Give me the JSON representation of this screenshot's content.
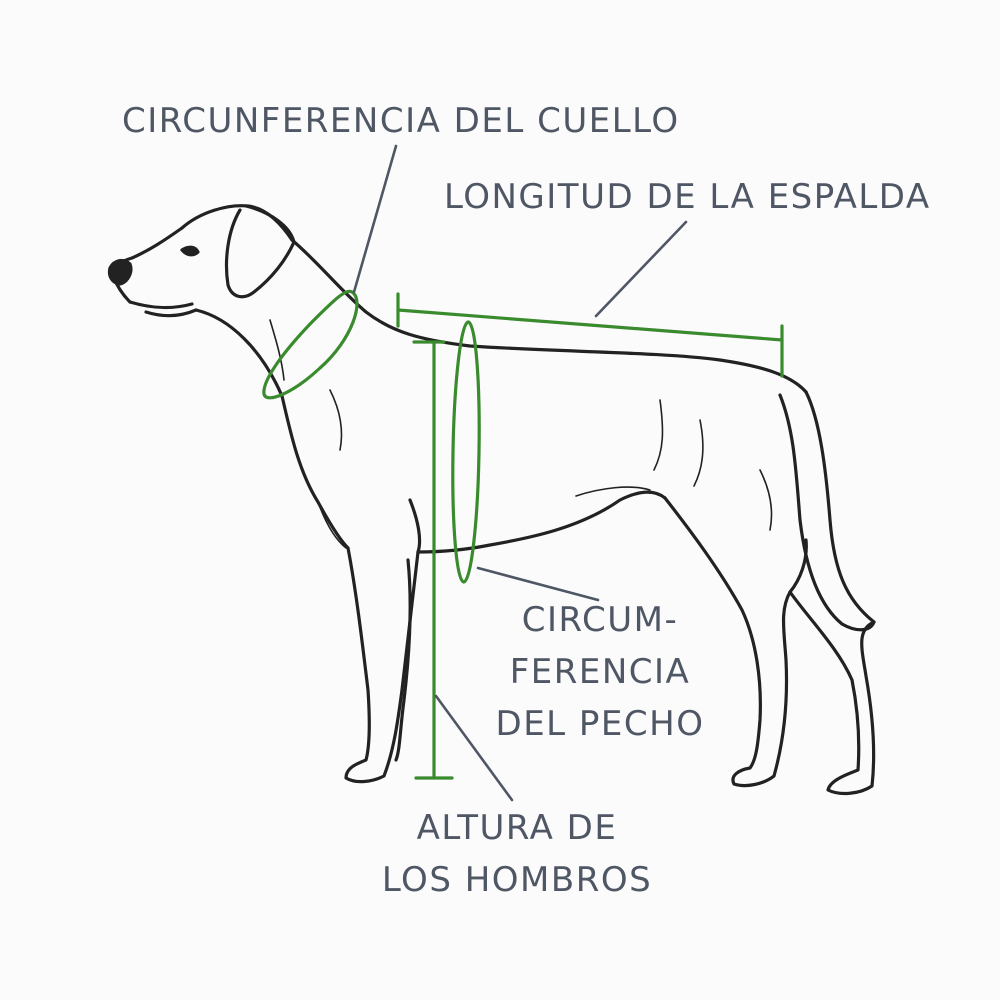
{
  "labels": {
    "neck": "CIRCUNFERENCIA DEL CUELLO",
    "back": "LONGITUD DE LA ESPALDA",
    "chest": [
      "CIRCUM-",
      "FERENCIA",
      "DEL PECHO"
    ],
    "shoulder": [
      "ALTURA DE",
      "LOS HOMBROS"
    ]
  },
  "colors": {
    "background": "#fbfbfc",
    "outline": "#222222",
    "measure": "#3a8a2e",
    "leader": "#4f5664",
    "text": "#4f5664"
  }
}
